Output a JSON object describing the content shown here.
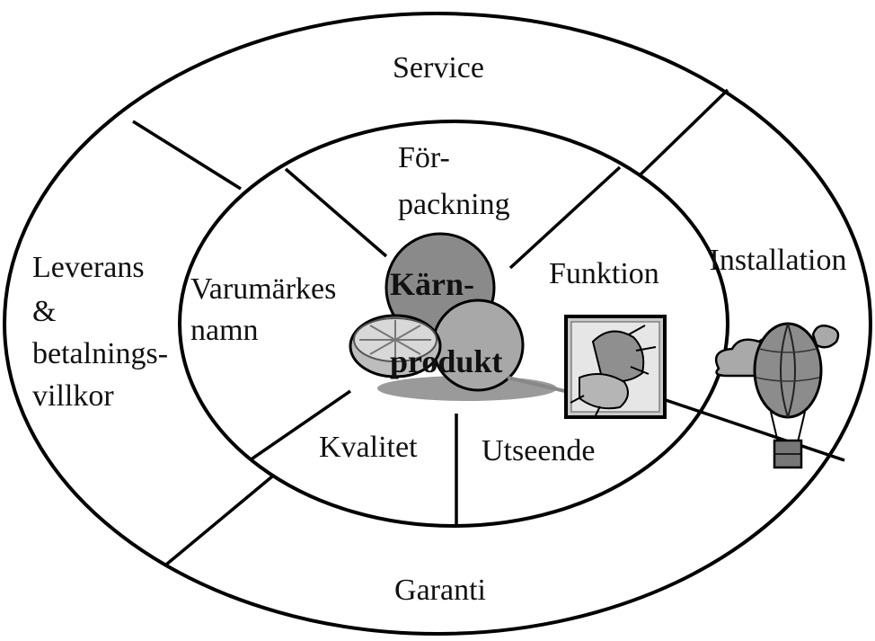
{
  "outer_ring": {
    "top": "Service",
    "right": "Installation",
    "bottom": "Garanti",
    "left_lines": [
      "Leverans",
      "&",
      "betalnings-",
      "villkor"
    ]
  },
  "inner_ring": {
    "top_lines": [
      "För-",
      "packning"
    ],
    "left_lines": [
      "Varumärkes",
      "namn"
    ],
    "right": "Funktion",
    "bottom_left": "Kvalitet",
    "bottom_right": "Utseende"
  },
  "core_lines": [
    "Kärn-",
    "produkt"
  ],
  "icons": [
    "fruit-clipart-icon",
    "gardening-gloves-icon",
    "hot-air-balloon-icon"
  ]
}
